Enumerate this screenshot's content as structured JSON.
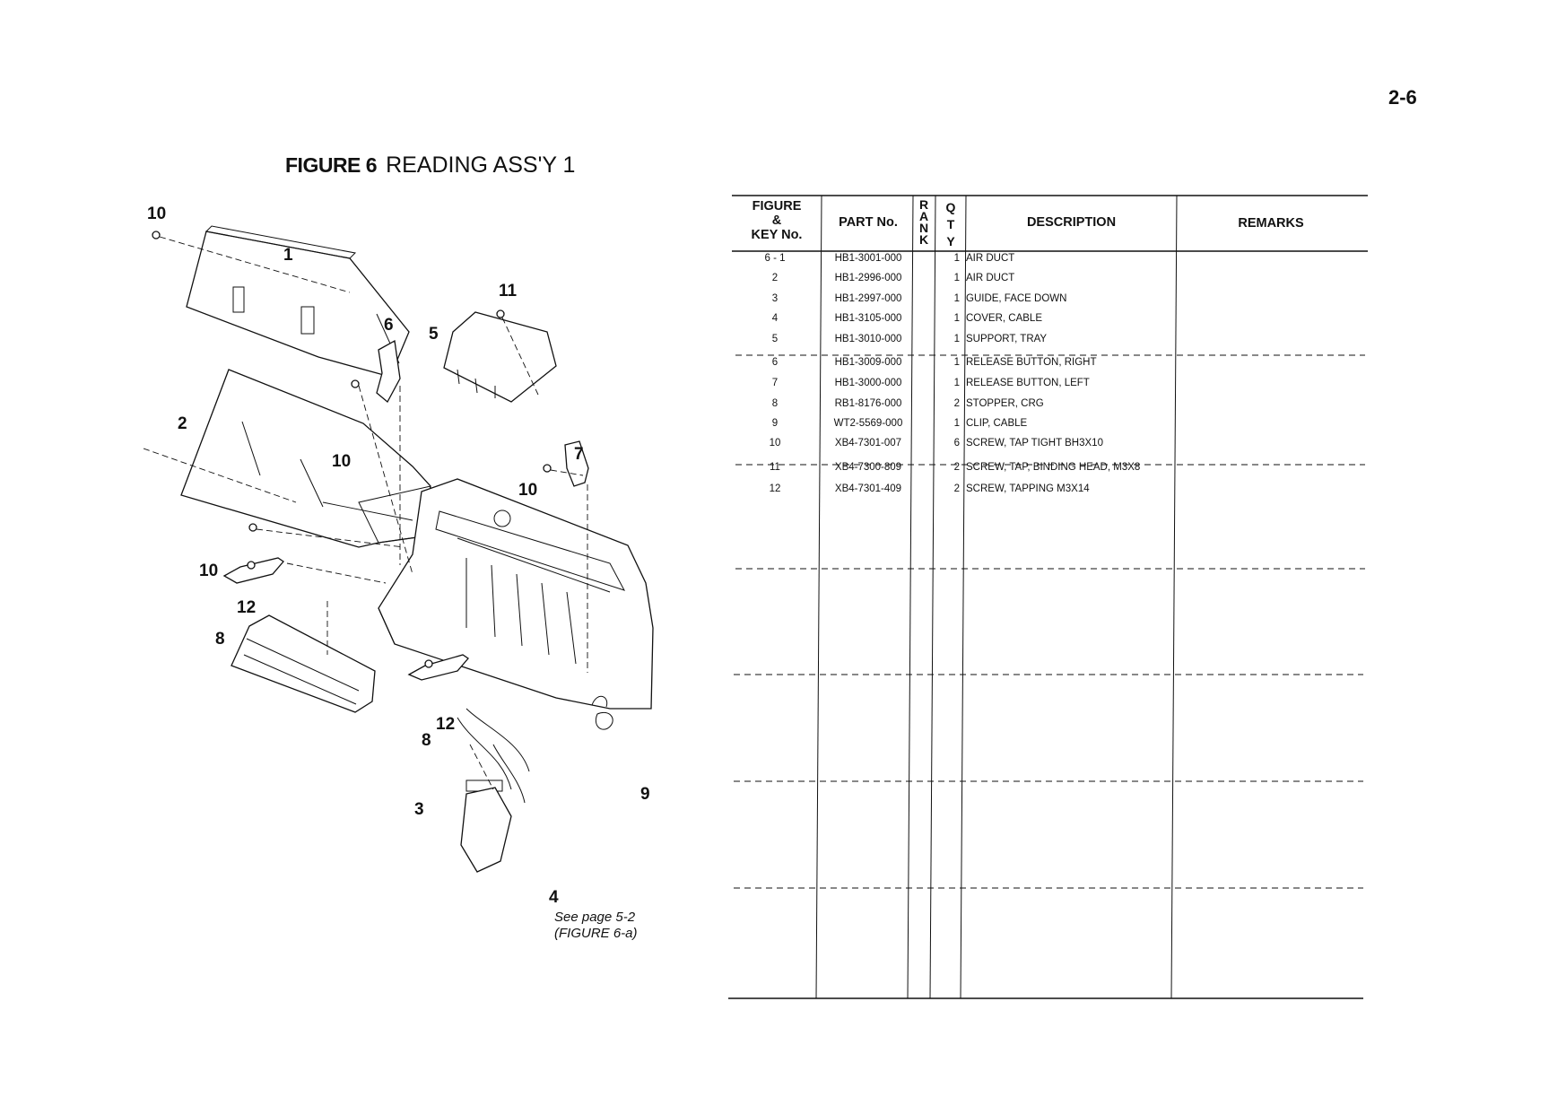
{
  "page_number": "2-6",
  "figure": {
    "label": "FIGURE 6",
    "name": "READING ASS'Y 1"
  },
  "callouts": [
    "10",
    "1",
    "11",
    "6",
    "5",
    "2",
    "10",
    "7",
    "10",
    "10",
    "12",
    "8",
    "12",
    "8",
    "9",
    "3",
    "4"
  ],
  "see_note": [
    "See page 5-2",
    "(FIGURE 6-a)"
  ],
  "table": {
    "headers": {
      "figure_key": [
        "FIGURE",
        "&",
        "KEY No."
      ],
      "part_no": "PART No.",
      "rank": [
        "R",
        "A",
        "N",
        "K"
      ],
      "qty": [
        "Q",
        "T",
        "Y"
      ],
      "description": "DESCRIPTION",
      "remarks": "REMARKS"
    },
    "rows": [
      {
        "key": "6 - 1",
        "part": "HB1-3001-000",
        "qty": "1",
        "desc": "AIR DUCT"
      },
      {
        "key": "2",
        "part": "HB1-2996-000",
        "qty": "1",
        "desc": "AIR DUCT"
      },
      {
        "key": "3",
        "part": "HB1-2997-000",
        "qty": "1",
        "desc": "GUIDE, FACE DOWN"
      },
      {
        "key": "4",
        "part": "HB1-3105-000",
        "qty": "1",
        "desc": "COVER, CABLE"
      },
      {
        "key": "5",
        "part": "HB1-3010-000",
        "qty": "1",
        "desc": "SUPPORT, TRAY"
      },
      {
        "key": "6",
        "part": "HB1-3009-000",
        "qty": "1",
        "desc": "RELEASE BUTTON, RIGHT"
      },
      {
        "key": "7",
        "part": "HB1-3000-000",
        "qty": "1",
        "desc": "RELEASE BUTTON, LEFT"
      },
      {
        "key": "8",
        "part": "RB1-8176-000",
        "qty": "2",
        "desc": "STOPPER, CRG"
      },
      {
        "key": "9",
        "part": "WT2-5569-000",
        "qty": "1",
        "desc": "CLIP, CABLE"
      },
      {
        "key": "10",
        "part": "XB4-7301-007",
        "qty": "6",
        "desc": "SCREW, TAP TIGHT BH3X10"
      },
      {
        "key": "11",
        "part": "XB4-7300-809",
        "qty": "2",
        "desc": "SCREW, TAP, BINDING HEAD, M3X8"
      },
      {
        "key": "12",
        "part": "XB4-7301-409",
        "qty": "2",
        "desc": "SCREW, TAPPING M3X14"
      }
    ]
  }
}
